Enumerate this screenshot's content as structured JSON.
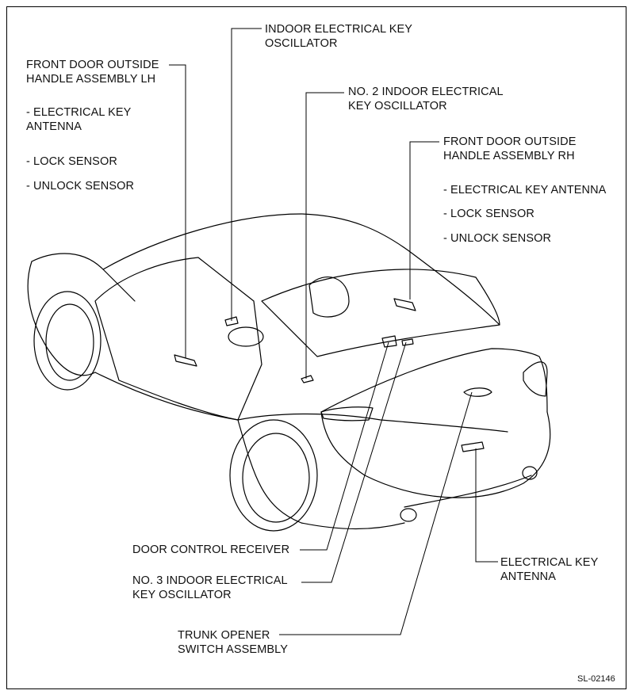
{
  "labels": {
    "indoor_osc": [
      "INDOOR ELECTRICAL KEY",
      "OSCILLATOR"
    ],
    "front_lh": [
      "FRONT DOOR OUTSIDE",
      "HANDLE ASSEMBLY LH"
    ],
    "lh_antenna": [
      "- ELECTRICAL KEY",
      "ANTENNA"
    ],
    "lh_lock": "- LOCK SENSOR",
    "lh_unlock": "- UNLOCK SENSOR",
    "no2_osc": [
      "NO. 2 INDOOR ELECTRICAL",
      "KEY OSCILLATOR"
    ],
    "front_rh": [
      "FRONT DOOR OUTSIDE",
      "HANDLE ASSEMBLY RH"
    ],
    "rh_antenna": "- ELECTRICAL KEY ANTENNA",
    "rh_lock": "- LOCK SENSOR",
    "rh_unlock": "- UNLOCK SENSOR",
    "door_receiver": "DOOR CONTROL RECEIVER",
    "no3_osc": [
      "NO. 3 INDOOR ELECTRICAL",
      "KEY OSCILLATOR"
    ],
    "elec_antenna": [
      "ELECTRICAL KEY",
      "ANTENNA"
    ],
    "trunk_switch": [
      "TRUNK OPENER",
      "SWITCH ASSEMBLY"
    ]
  },
  "figure_code": "SL-02146"
}
